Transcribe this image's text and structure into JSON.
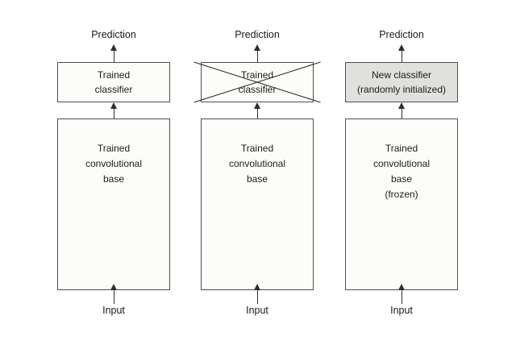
{
  "figure": {
    "background": "#ffffff",
    "box_fill": "#fcfcf9",
    "gray_fill": "#e0e0dd",
    "border_color": "#4f4f4f",
    "text_color": "#1b1b1b"
  },
  "columns": [
    {
      "prediction_label": "Prediction",
      "classifier_label": "Trained\nclassifier",
      "classifier_crossed_out": false,
      "classifier_highlighted": false,
      "base_label": "Trained\nconvolutional\nbase",
      "input_label": "Input"
    },
    {
      "prediction_label": "Prediction",
      "classifier_label": "Trained\nclassifier",
      "classifier_crossed_out": true,
      "classifier_highlighted": false,
      "base_label": "Trained\nconvolutional\nbase",
      "input_label": "Input"
    },
    {
      "prediction_label": "Prediction",
      "classifier_label": "New classifier\n(randomly initialized)",
      "classifier_crossed_out": false,
      "classifier_highlighted": true,
      "base_label": "Trained\nconvolutional\nbase\n(frozen)",
      "input_label": "Input"
    }
  ]
}
